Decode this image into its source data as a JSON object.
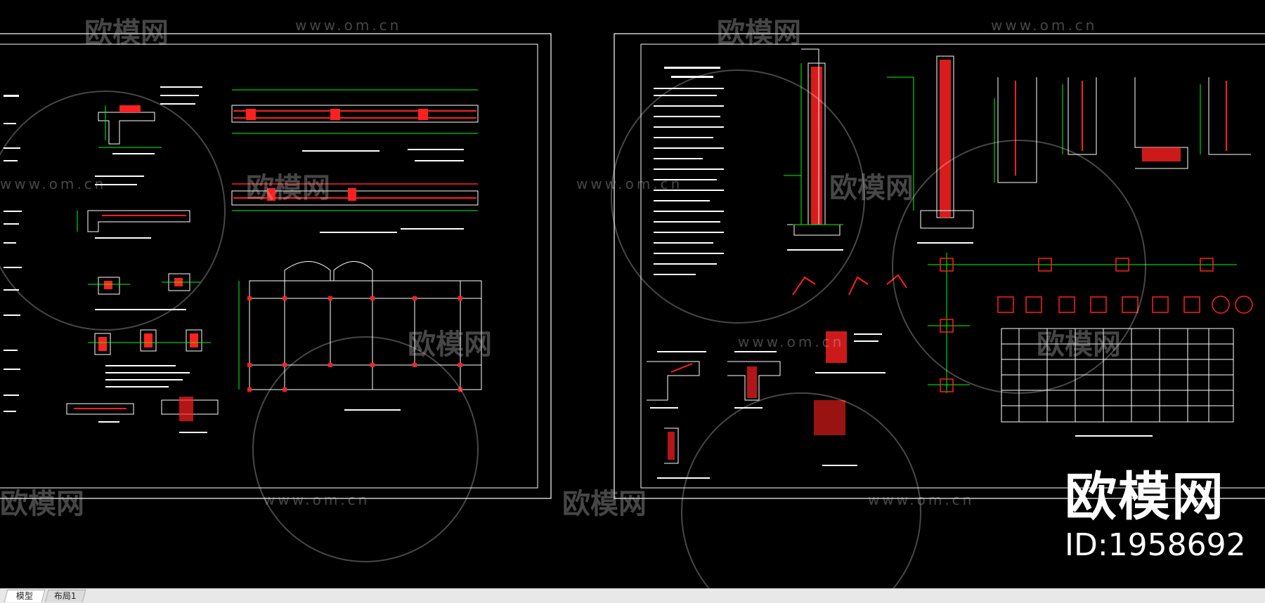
{
  "tabs": [
    {
      "label": "模型"
    },
    {
      "label": "布局1"
    }
  ],
  "watermark": {
    "logo_text": "欧模网",
    "url_text": "www.om.cn"
  },
  "brand": {
    "name": "欧模网",
    "id_text": "ID:1958692"
  },
  "colors": {
    "background": "#000000",
    "frame": "#ffffff",
    "rebar": "#ff2020",
    "dimension": "#00ff00",
    "annotation": "#ffffff",
    "tabbar": "#e8e8e8"
  },
  "sheets": [
    {
      "name": "left-sheet"
    },
    {
      "name": "right-sheet"
    }
  ]
}
